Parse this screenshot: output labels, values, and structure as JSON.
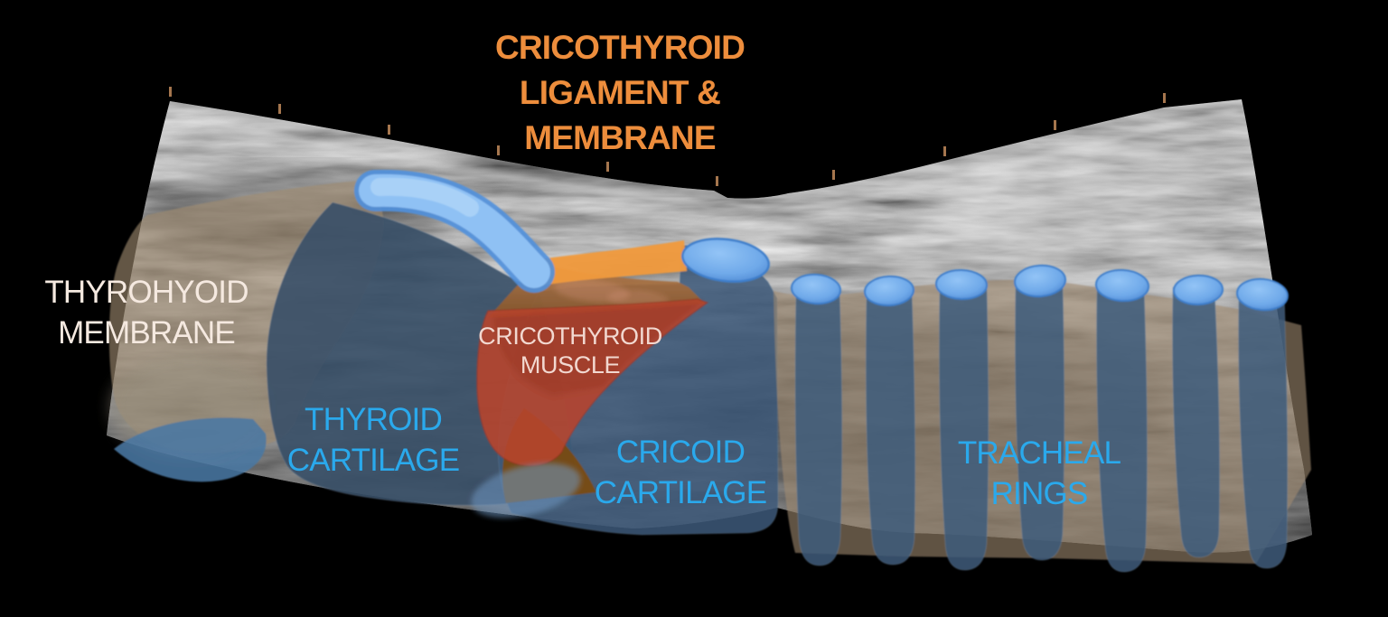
{
  "title": {
    "lines": [
      "CRICOTHYROID",
      "LIGAMENT &",
      "MEMBRANE"
    ],
    "color": "#ED8D3C"
  },
  "labels": {
    "thyrohyoid_membrane": {
      "lines": [
        "THYROHYOID",
        "MEMBRANE"
      ],
      "color": "#F5E9E0"
    },
    "thyroid_cartilage": {
      "lines": [
        "THYROID",
        "CARTILAGE"
      ],
      "color": "#2AA9EC"
    },
    "cricothyroid_muscle": {
      "lines": [
        "CRICOTHYROID",
        "MUSCLE"
      ],
      "color": "#F2D8D0"
    },
    "cricoid_cartilage": {
      "lines": [
        "CRICOID",
        "CARTILAGE"
      ],
      "color": "#2AA9EC"
    },
    "tracheal_rings": {
      "lines": [
        "TRACHEAL",
        "RINGS"
      ],
      "color": "#2AA9EC"
    }
  },
  "overlays": {
    "thyrohyoid_membrane_region": {
      "color": "#A08A70"
    },
    "thyroid_cartilage_region": {
      "color": "#3D5570"
    },
    "cricoid_cartilage_region": {
      "color": "#3C5A7A"
    },
    "cricothyroid_ligament_band": {
      "color": "#F09A3E"
    },
    "cricothyroid_muscle_region": {
      "color": "#B6452E"
    },
    "deep_membrane_region": {
      "color": "#A96F3E"
    },
    "airway_mucosa_band": {
      "color": "#8FC1F4"
    },
    "tracheal_ring_markers": {
      "color": "#6FA9E9",
      "count": 7
    },
    "cricoid_arch_marker": {
      "color": "#6FA9E9",
      "count": 1
    },
    "ruler_ticks": {
      "color": "#C28B5C",
      "count": 10
    }
  },
  "background_color": "#000000"
}
